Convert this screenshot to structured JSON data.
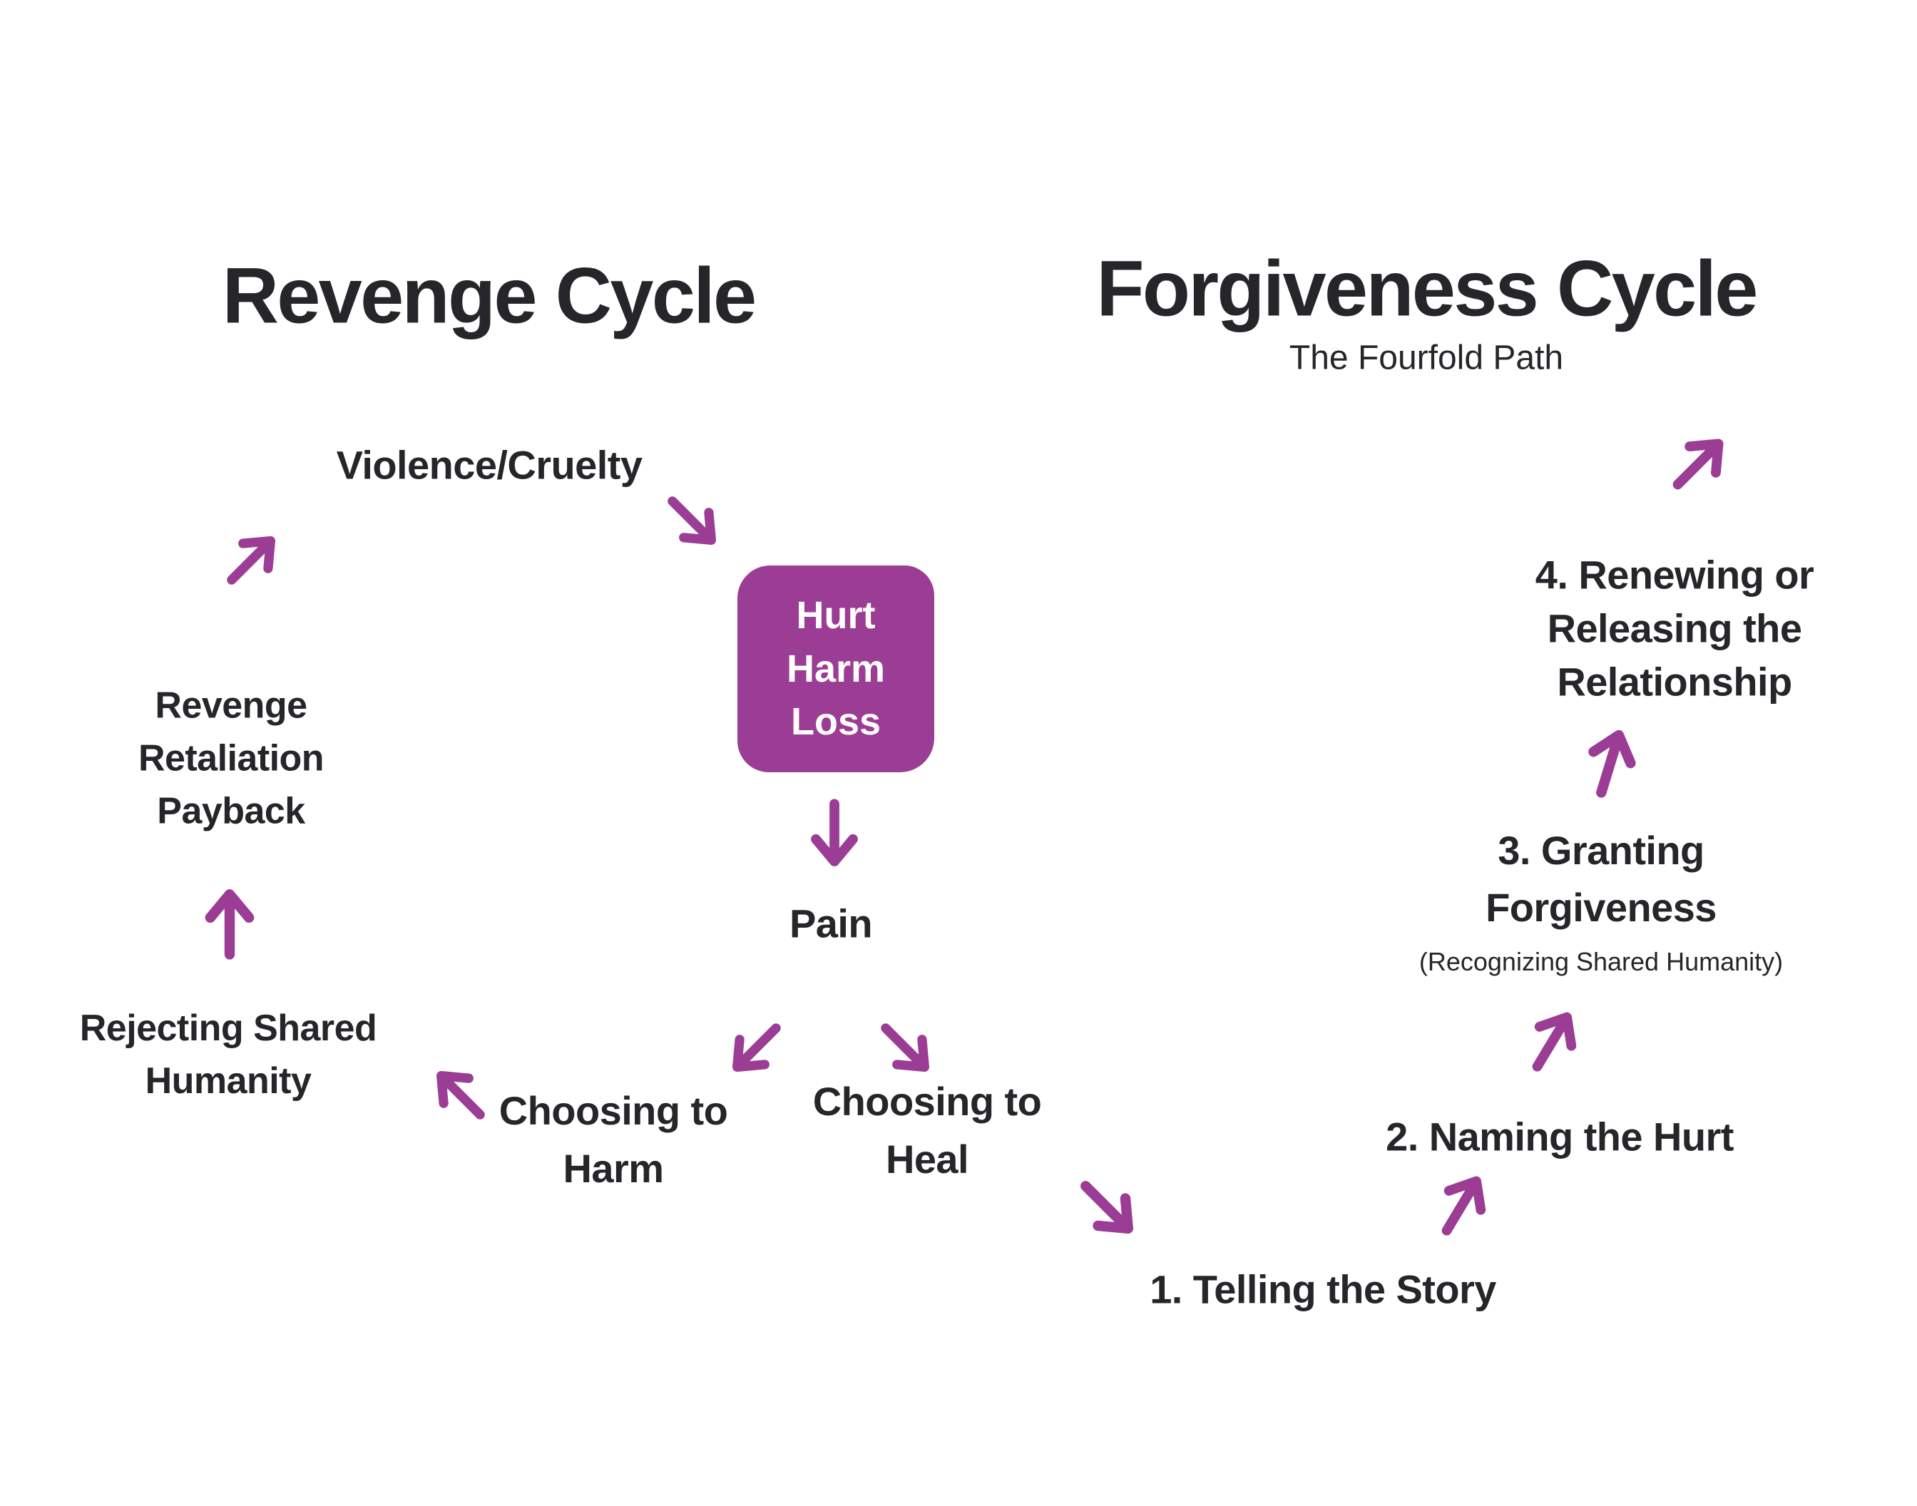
{
  "theme": {
    "background": "#ffffff",
    "accent_purple": "#9C3D95",
    "text_color": "#26262A",
    "box_text_color": "#ffffff"
  },
  "revenge_cycle": {
    "title": "Revenge Cycle",
    "nodes": {
      "violence": "Violence/Cruelty",
      "hurt_box_lines": [
        "Hurt",
        "Harm",
        "Loss"
      ],
      "pain": "Pain",
      "choosing_harm_lines": [
        "Choosing to",
        "Harm"
      ],
      "rejecting_lines": [
        "Rejecting Shared",
        "Humanity"
      ],
      "revenge_lines": [
        "Revenge",
        "Retaliation",
        "Payback"
      ]
    }
  },
  "forgiveness_cycle": {
    "title": "Forgiveness Cycle",
    "subtitle": "The Fourfold Path",
    "nodes": {
      "choosing_heal_lines": [
        "Choosing to",
        "Heal"
      ],
      "step1": "1. Telling the Story",
      "step2": "2. Naming the Hurt",
      "step3_lines": [
        "3. Granting",
        "Forgiveness"
      ],
      "step3_note": "(Recognizing Shared Humanity)",
      "step4_lines": [
        "4. Renewing or",
        "Releasing the",
        "Relationship"
      ]
    }
  },
  "arrows": [
    {
      "id": "revenge-to-violence",
      "direction": "up-right"
    },
    {
      "id": "violence-to-hurt-box",
      "direction": "down-right"
    },
    {
      "id": "hurt-box-to-pain",
      "direction": "down"
    },
    {
      "id": "pain-to-choosing-harm",
      "direction": "down-left"
    },
    {
      "id": "pain-to-choosing-heal",
      "direction": "down-right"
    },
    {
      "id": "choosing-harm-to-rejecting",
      "direction": "up-left"
    },
    {
      "id": "rejecting-to-revenge",
      "direction": "up"
    },
    {
      "id": "choosing-heal-to-telling",
      "direction": "down-right"
    },
    {
      "id": "telling-to-naming",
      "direction": "up-right"
    },
    {
      "id": "naming-to-granting",
      "direction": "up-right"
    },
    {
      "id": "granting-to-renewing",
      "direction": "up"
    },
    {
      "id": "renewing-outward",
      "direction": "up-right"
    }
  ]
}
